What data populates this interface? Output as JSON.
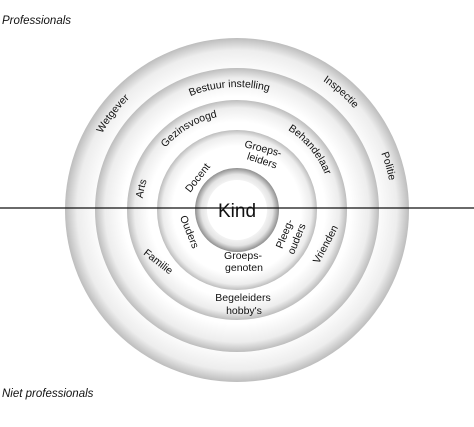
{
  "corner_labels": {
    "top": "Professionals",
    "bottom": "Niet professionals"
  },
  "center": "Kind",
  "ring1": {
    "groeps_leiders_1": "Groeps-",
    "groeps_leiders_2": "leiders",
    "docent": "Docent",
    "ouders": "Ouders",
    "groeps_genoten_1": "Groeps-",
    "groeps_genoten_2": "genoten",
    "pleeg_ouders_1": "Pleeg-",
    "pleeg_ouders_2": "ouders"
  },
  "ring2": {
    "gezinsvoogd": "Gezinsvoogd",
    "behandelaar": "Behandelaar",
    "arts": "Arts",
    "familie": "Familie",
    "vrienden": "Vrienden",
    "begeleiders_1": "Begeleiders",
    "begeleiders_2": "hobby's"
  },
  "ring3": {
    "bestuur": "Bestuur instelling"
  },
  "ring4": {
    "wetgever": "Wetgever",
    "inspectie": "Inspectie",
    "politie": "Politie"
  }
}
